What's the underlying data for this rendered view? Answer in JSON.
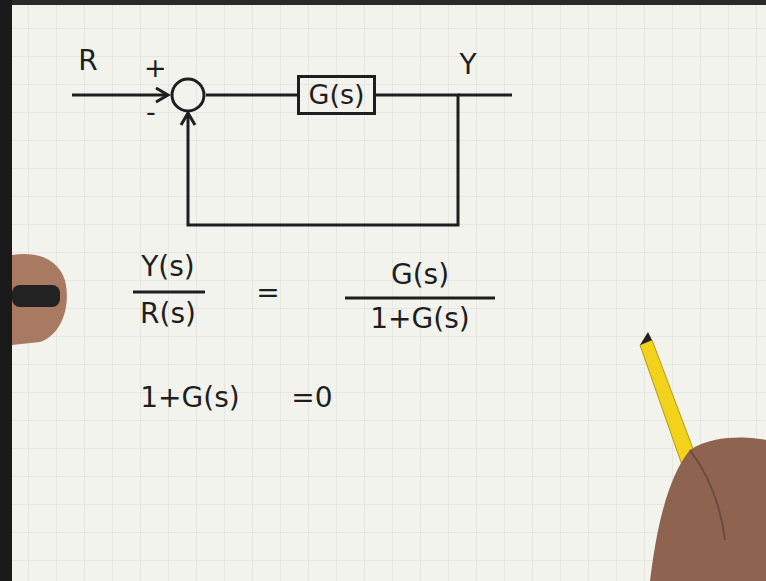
{
  "diagram": {
    "nodes": [
      {
        "text": [
          "+",
          "-"
        ]
      },
      {
        "text": [
          "G(s)"
        ]
      }
    ],
    "edges": [
      {
        "from": 0,
        "to": 1,
        "arrow": "none"
      },
      {
        "from": 1,
        "to": 0,
        "arrow": "to"
      }
    ],
    "labels": [
      "R",
      "Y",
      "Y(s)",
      "R(s)",
      "=",
      "G(s)",
      "1+G(s)",
      "1+G(s)",
      "=0"
    ]
  }
}
